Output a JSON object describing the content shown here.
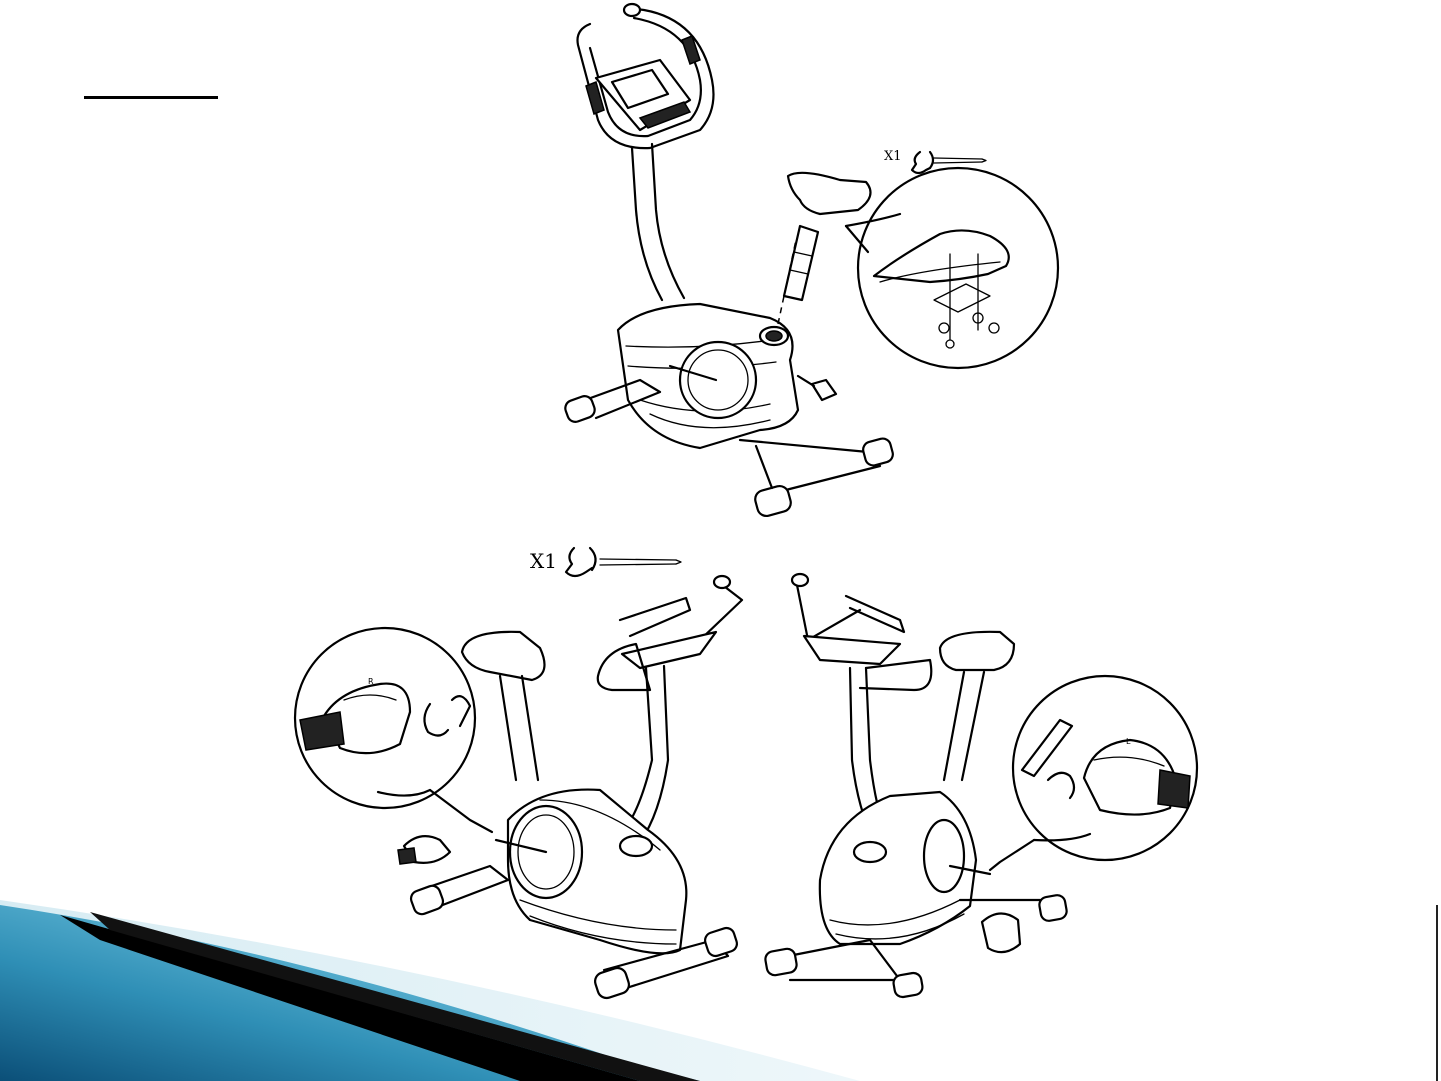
{
  "slide": {
    "title_visible_text": "",
    "colors": {
      "line_art": "#000000",
      "background": "#ffffff",
      "corner_gradient_light": "#bfe3f0",
      "corner_gradient_mid": "#4aa8c8",
      "corner_gradient_dark": "#0b4f78",
      "corner_arrow": "#000000"
    }
  },
  "step_top": {
    "quantity_label": "X1",
    "tool_icon": "allen-wrench-icon",
    "callout_detail": "seat-mounting-detail"
  },
  "step_bottom": {
    "quantity_label": "X1",
    "tool_icon": "allen-wrench-icon",
    "left_callout": {
      "pedal_side_mark": "R",
      "detail": "right-pedal-detail"
    },
    "right_callout": {
      "pedal_side_mark": "L",
      "detail": "left-pedal-detail"
    }
  }
}
